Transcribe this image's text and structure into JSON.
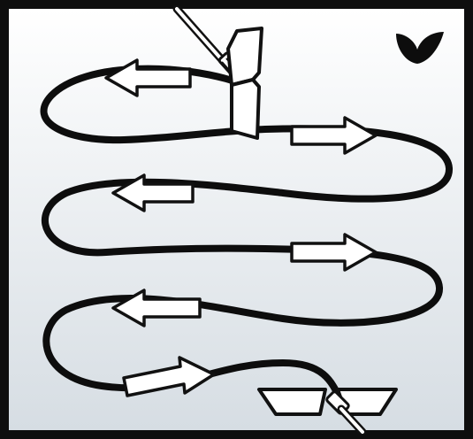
{
  "diagram": {
    "type": "mopping-path-instruction",
    "icons": {
      "approval": "checkmark-icon"
    },
    "colors": {
      "frame": "#0e0e0e",
      "background_top": "#ffffff",
      "background_bottom": "#d6dde3",
      "path": "#0d0d0d",
      "arrow_fill": "#ffffff",
      "arrow_stroke": "#111111"
    },
    "arrows": [
      {
        "row": 1,
        "direction": "left"
      },
      {
        "row": 1,
        "direction": "right"
      },
      {
        "row": 2,
        "direction": "left"
      },
      {
        "row": 2,
        "direction": "right"
      },
      {
        "row": 3,
        "direction": "left"
      },
      {
        "row": 4,
        "direction": "right"
      }
    ]
  }
}
